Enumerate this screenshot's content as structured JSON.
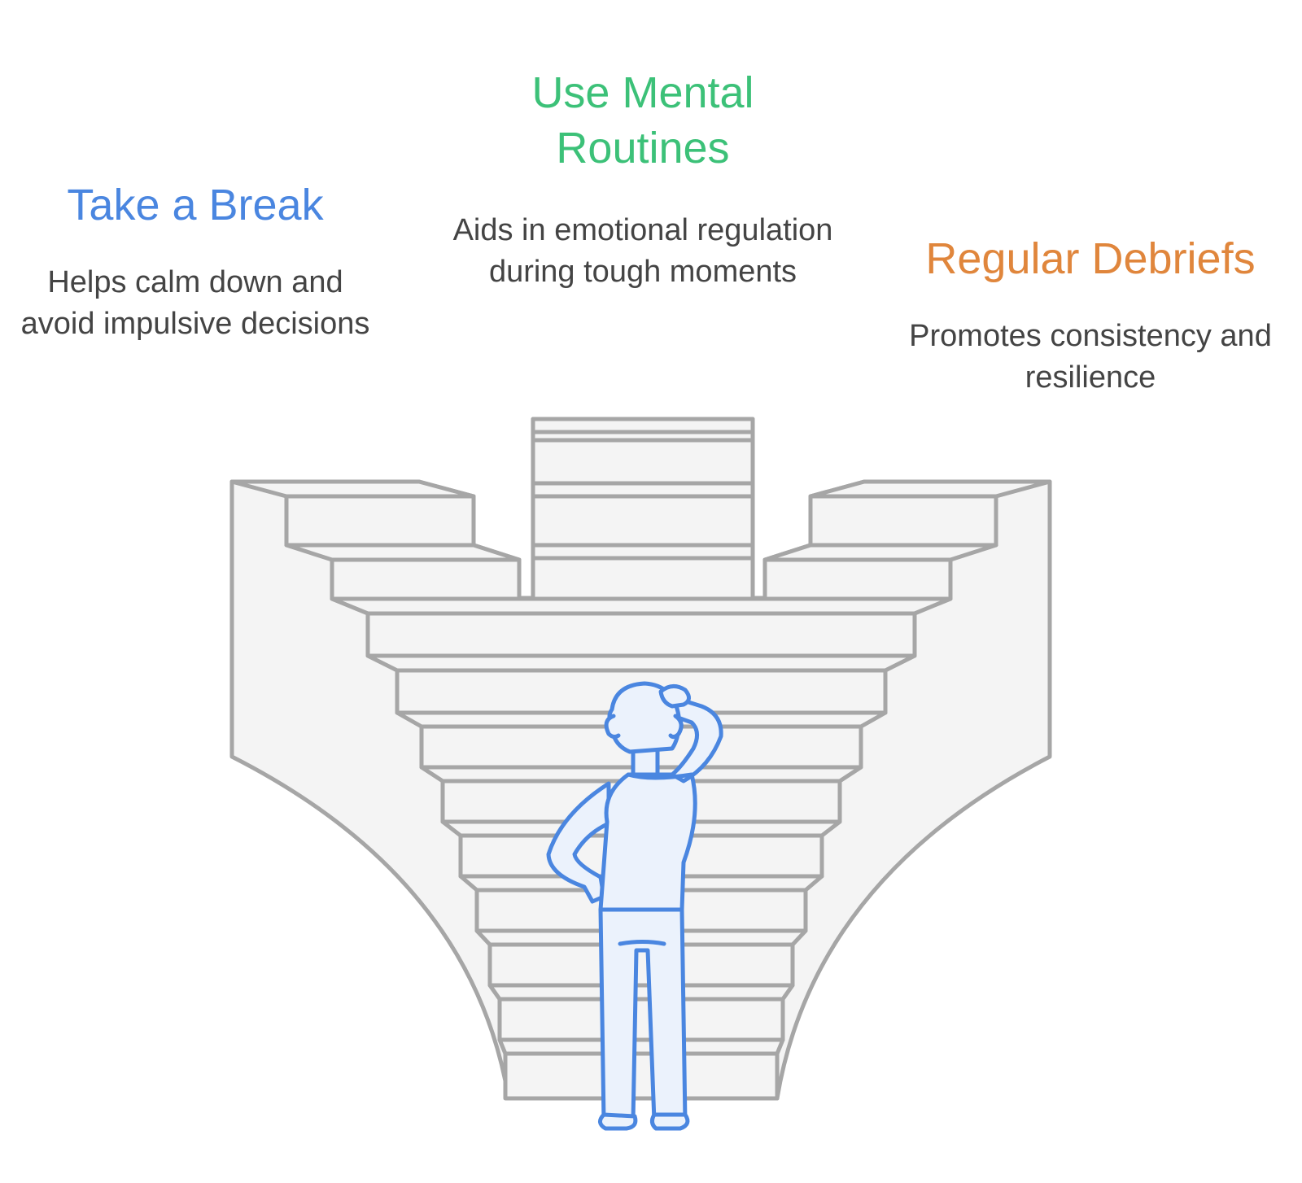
{
  "colors": {
    "blue": "#4a86e0",
    "green": "#3cc178",
    "orange": "#e0863c",
    "stair_fill": "#f4f4f4",
    "stair_stroke": "#a6a6a6",
    "person_fill": "#ebf2fc",
    "text": "#444444"
  },
  "options": [
    {
      "title": "Take a Break",
      "description": "Helps calm down and avoid impulsive decisions"
    },
    {
      "title": "Use Mental Routines",
      "description": "Aids in emotional regulation during tough moments"
    },
    {
      "title": "Regular Debriefs",
      "description": "Promotes consistency and resilience"
    }
  ],
  "icons": {
    "figure": "confused-person-icon",
    "stairs": "branching-staircase-icon"
  }
}
